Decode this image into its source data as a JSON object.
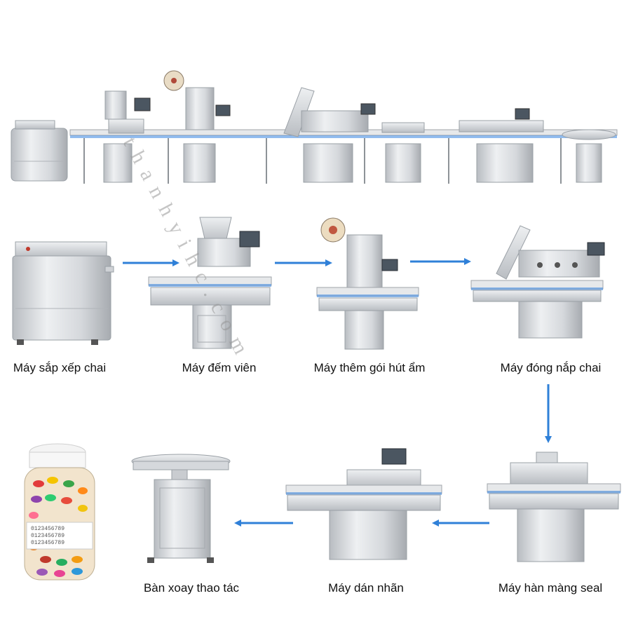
{
  "colors": {
    "arrow": "#2f80d8",
    "steel": "#d9dcdf",
    "steel_dark": "#a9adb2",
    "belt": "#4a90e2"
  },
  "steps": [
    {
      "label": "Máy sắp xếp chai"
    },
    {
      "label": "Máy đếm viên"
    },
    {
      "label": "Máy thêm gói hút ẩm"
    },
    {
      "label": "Máy đóng nắp chai"
    },
    {
      "label": "Máy hàn màng seal"
    },
    {
      "label": "Máy dán nhãn"
    },
    {
      "label": "Bàn xoay thao tác"
    }
  ],
  "watermark": "thanhyihc.com",
  "jar_label_lines": [
    "0123456789",
    "0123456789",
    "0123456789"
  ]
}
